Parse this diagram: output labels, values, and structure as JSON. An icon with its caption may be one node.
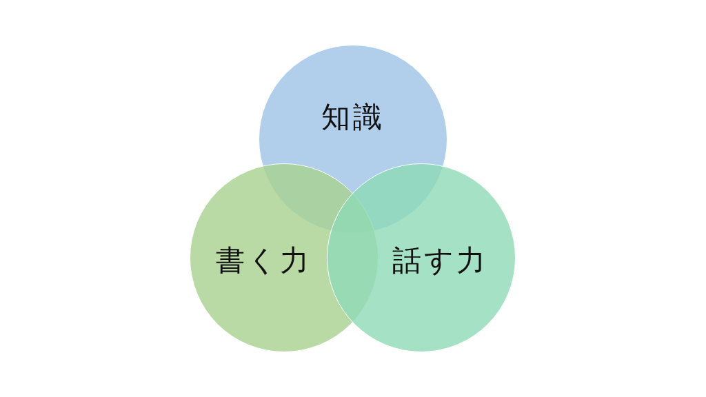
{
  "diagram": {
    "nodes": [
      {
        "text": [
          "知識"
        ]
      },
      {
        "text": [
          "書く力"
        ]
      },
      {
        "text": [
          "話す力"
        ]
      }
    ]
  }
}
